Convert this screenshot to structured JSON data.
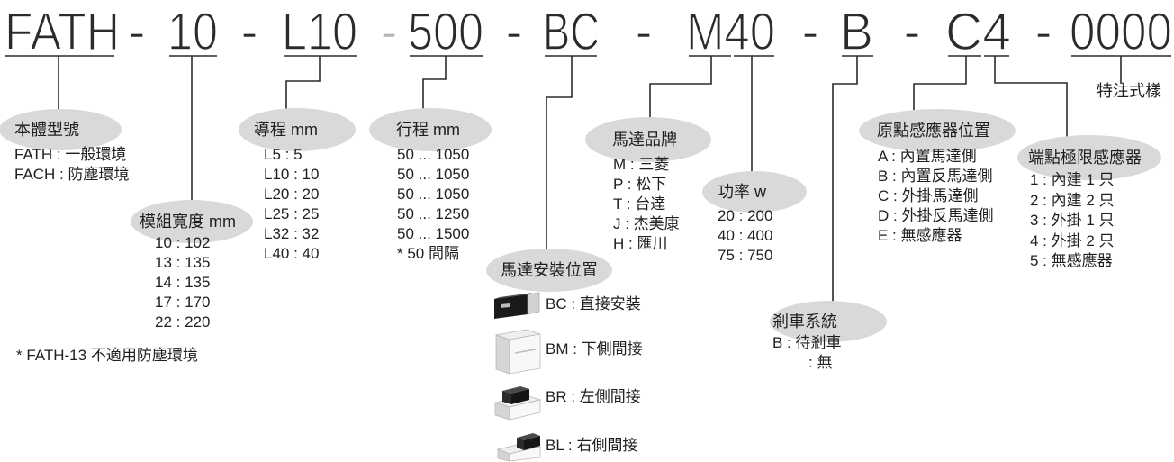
{
  "header": {
    "segments": [
      "FATH",
      "10",
      "L10",
      "500",
      "BC",
      "M40",
      "B",
      "C4",
      "0000"
    ],
    "separator": "-"
  },
  "fields": {
    "body_model": {
      "title": "本體型號",
      "options": [
        "FATH : 一般環境",
        "FACH : 防塵環境"
      ]
    },
    "module_width": {
      "title": "模組寬度 mm",
      "options": [
        "10 : 102",
        "13 : 135",
        "14 : 135",
        "17 : 170",
        "22 : 220"
      ],
      "note": "* FATH-13 不適用防塵環境"
    },
    "lead": {
      "title": "導程 mm",
      "options": [
        "L5 : 5",
        "L10 : 10",
        "L20 : 20",
        "L25 : 25",
        "L32 : 32",
        "L40 : 40"
      ]
    },
    "stroke": {
      "title": "行程 mm",
      "options": [
        "50 ... 1050",
        "50 ... 1050",
        "50 ... 1050",
        "50 ... 1250",
        "50 ... 1500"
      ],
      "note": "* 50 間隔"
    },
    "motor_mount": {
      "title": "馬達安裝位置",
      "options": [
        "BC : 直接安裝",
        "BM : 下側間接",
        "BR : 左側間接",
        "BL : 右側間接"
      ]
    },
    "motor_brand": {
      "title": "馬達品牌",
      "options": [
        "M : 三菱",
        "P : 松下",
        "T : 台達",
        "J : 杰美康",
        "H : 匯川"
      ]
    },
    "motor_power": {
      "title": "功率 w",
      "options": [
        "20 : 200",
        "40 : 400",
        "75 : 750"
      ]
    },
    "brake": {
      "title": "剎車系統",
      "options": [
        "B : 待剎車",
        ": 無"
      ]
    },
    "home_sensor": {
      "title": "原點感應器位置",
      "options": [
        "A : 內置馬達側",
        "B : 內置反馬達側",
        "C : 外掛馬達側",
        "D : 外掛反馬達側",
        "E : 無感應器"
      ]
    },
    "limit_sensor": {
      "title": "端點極限感應器",
      "options": [
        "1 : 內建 1 只",
        "2 : 內建 2 只",
        "3 : 外掛 1 只",
        "4 : 外掛 2 只",
        "5 : 無感應器"
      ]
    },
    "special": {
      "title": "特注式樣"
    }
  },
  "colors": {
    "code": "#2b2b2b",
    "text": "#1f1f1f",
    "bubble": "#d9d9d9",
    "faded": "#b4b4b4"
  }
}
